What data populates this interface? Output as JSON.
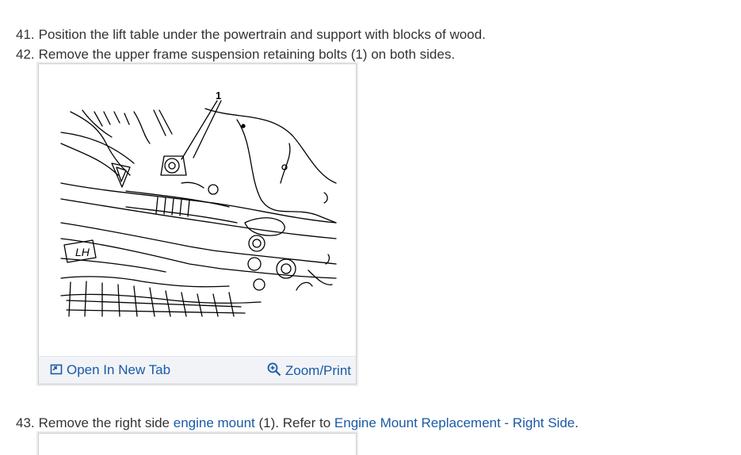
{
  "steps": [
    {
      "number": "41.",
      "text": "Position the lift table under the powertrain and support with blocks of wood."
    },
    {
      "number": "42.",
      "text": "Remove the upper frame suspension retaining bolts (1) on both sides."
    },
    {
      "number": "43.",
      "text_before": "Remove the right side ",
      "link1": "engine mount",
      "text_middle": " (1). Refer to ",
      "link2": "Engine Mount Replacement - Right Side",
      "text_after": "."
    }
  ],
  "figure": {
    "callout": "1",
    "side_label": "LH",
    "open_tab_label": "Open In New Tab",
    "zoom_print_label": "Zoom/Print"
  },
  "colors": {
    "text": "#333333",
    "link": "#1a5aa6",
    "footer_bg": "#f1f3f7"
  }
}
